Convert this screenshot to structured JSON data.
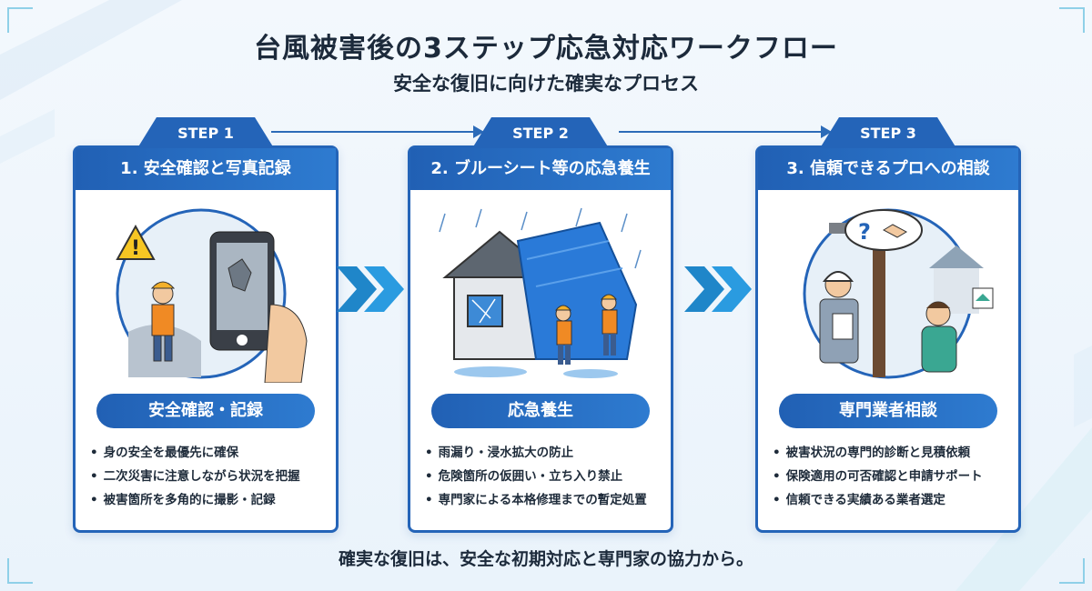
{
  "title": "台風被害後の3ステップ応急対応ワークフロー",
  "subtitle": "安全な復旧に向けた確実なプロセス",
  "steps": [
    {
      "tab": "STEP 1",
      "header": "1. 安全確認と写真記録",
      "pill": "安全確認・記録",
      "bullets": [
        "身の安全を最優先に確保",
        "二次災害に注意しながら状況を把握",
        "被害箇所を多角的に撮影・記録"
      ]
    },
    {
      "tab": "STEP 2",
      "header": "2. ブルーシート等の応急養生",
      "pill": "応急養生",
      "bullets": [
        "雨漏り・浸水拡大の防止",
        "危険箇所の仮囲い・立ち入り禁止",
        "専門家による本格修理までの暫定処置"
      ]
    },
    {
      "tab": "STEP 3",
      "header": "3. 信頼できるプロへの相談",
      "pill": "専門業者相談",
      "bullets": [
        "被害状況の専門的診断と見積依頼",
        "保険適用の可否確認と申請サポート",
        "信頼できる実績ある業者選定"
      ]
    }
  ],
  "footer": "確実な復旧は、安全な初期対応と専門家の協力から。",
  "colors": {
    "primary": "#2464b8",
    "accent": "#2e7bd0",
    "chevron": "#1f86c9",
    "light_bg": "#eaf3fb"
  }
}
